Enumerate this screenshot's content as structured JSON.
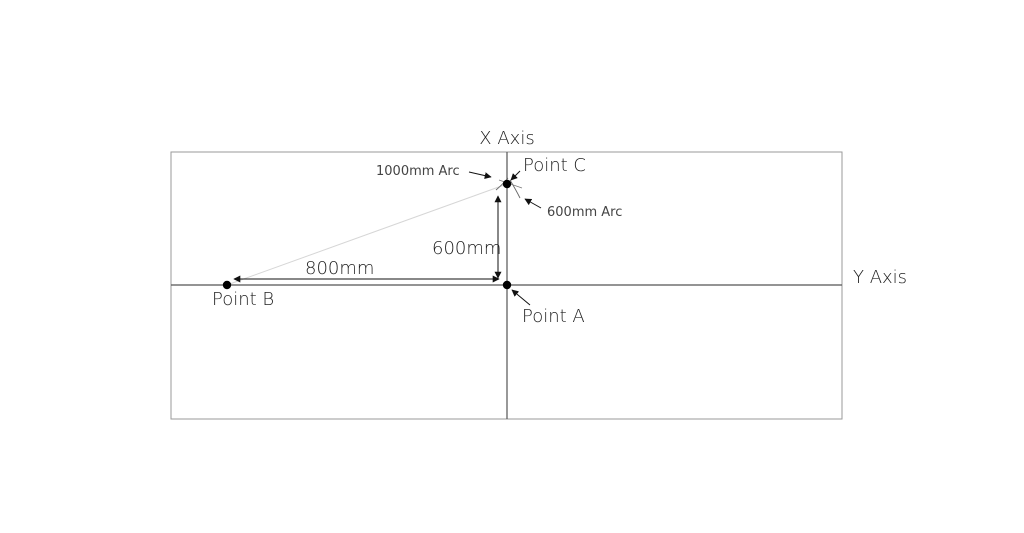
{
  "labels": {
    "x_axis": "X Axis",
    "y_axis": "Y Axis",
    "point_a": "Point A",
    "point_b": "Point B",
    "point_c": "Point C",
    "dist_horizontal": "800mm",
    "dist_vertical": "600mm",
    "arc_large": "1000mm Arc",
    "arc_small": "600mm Arc"
  },
  "colors": {
    "frame": "#9a9a9a",
    "axis": "#555555",
    "point": "#000000",
    "text": "#222222"
  }
}
